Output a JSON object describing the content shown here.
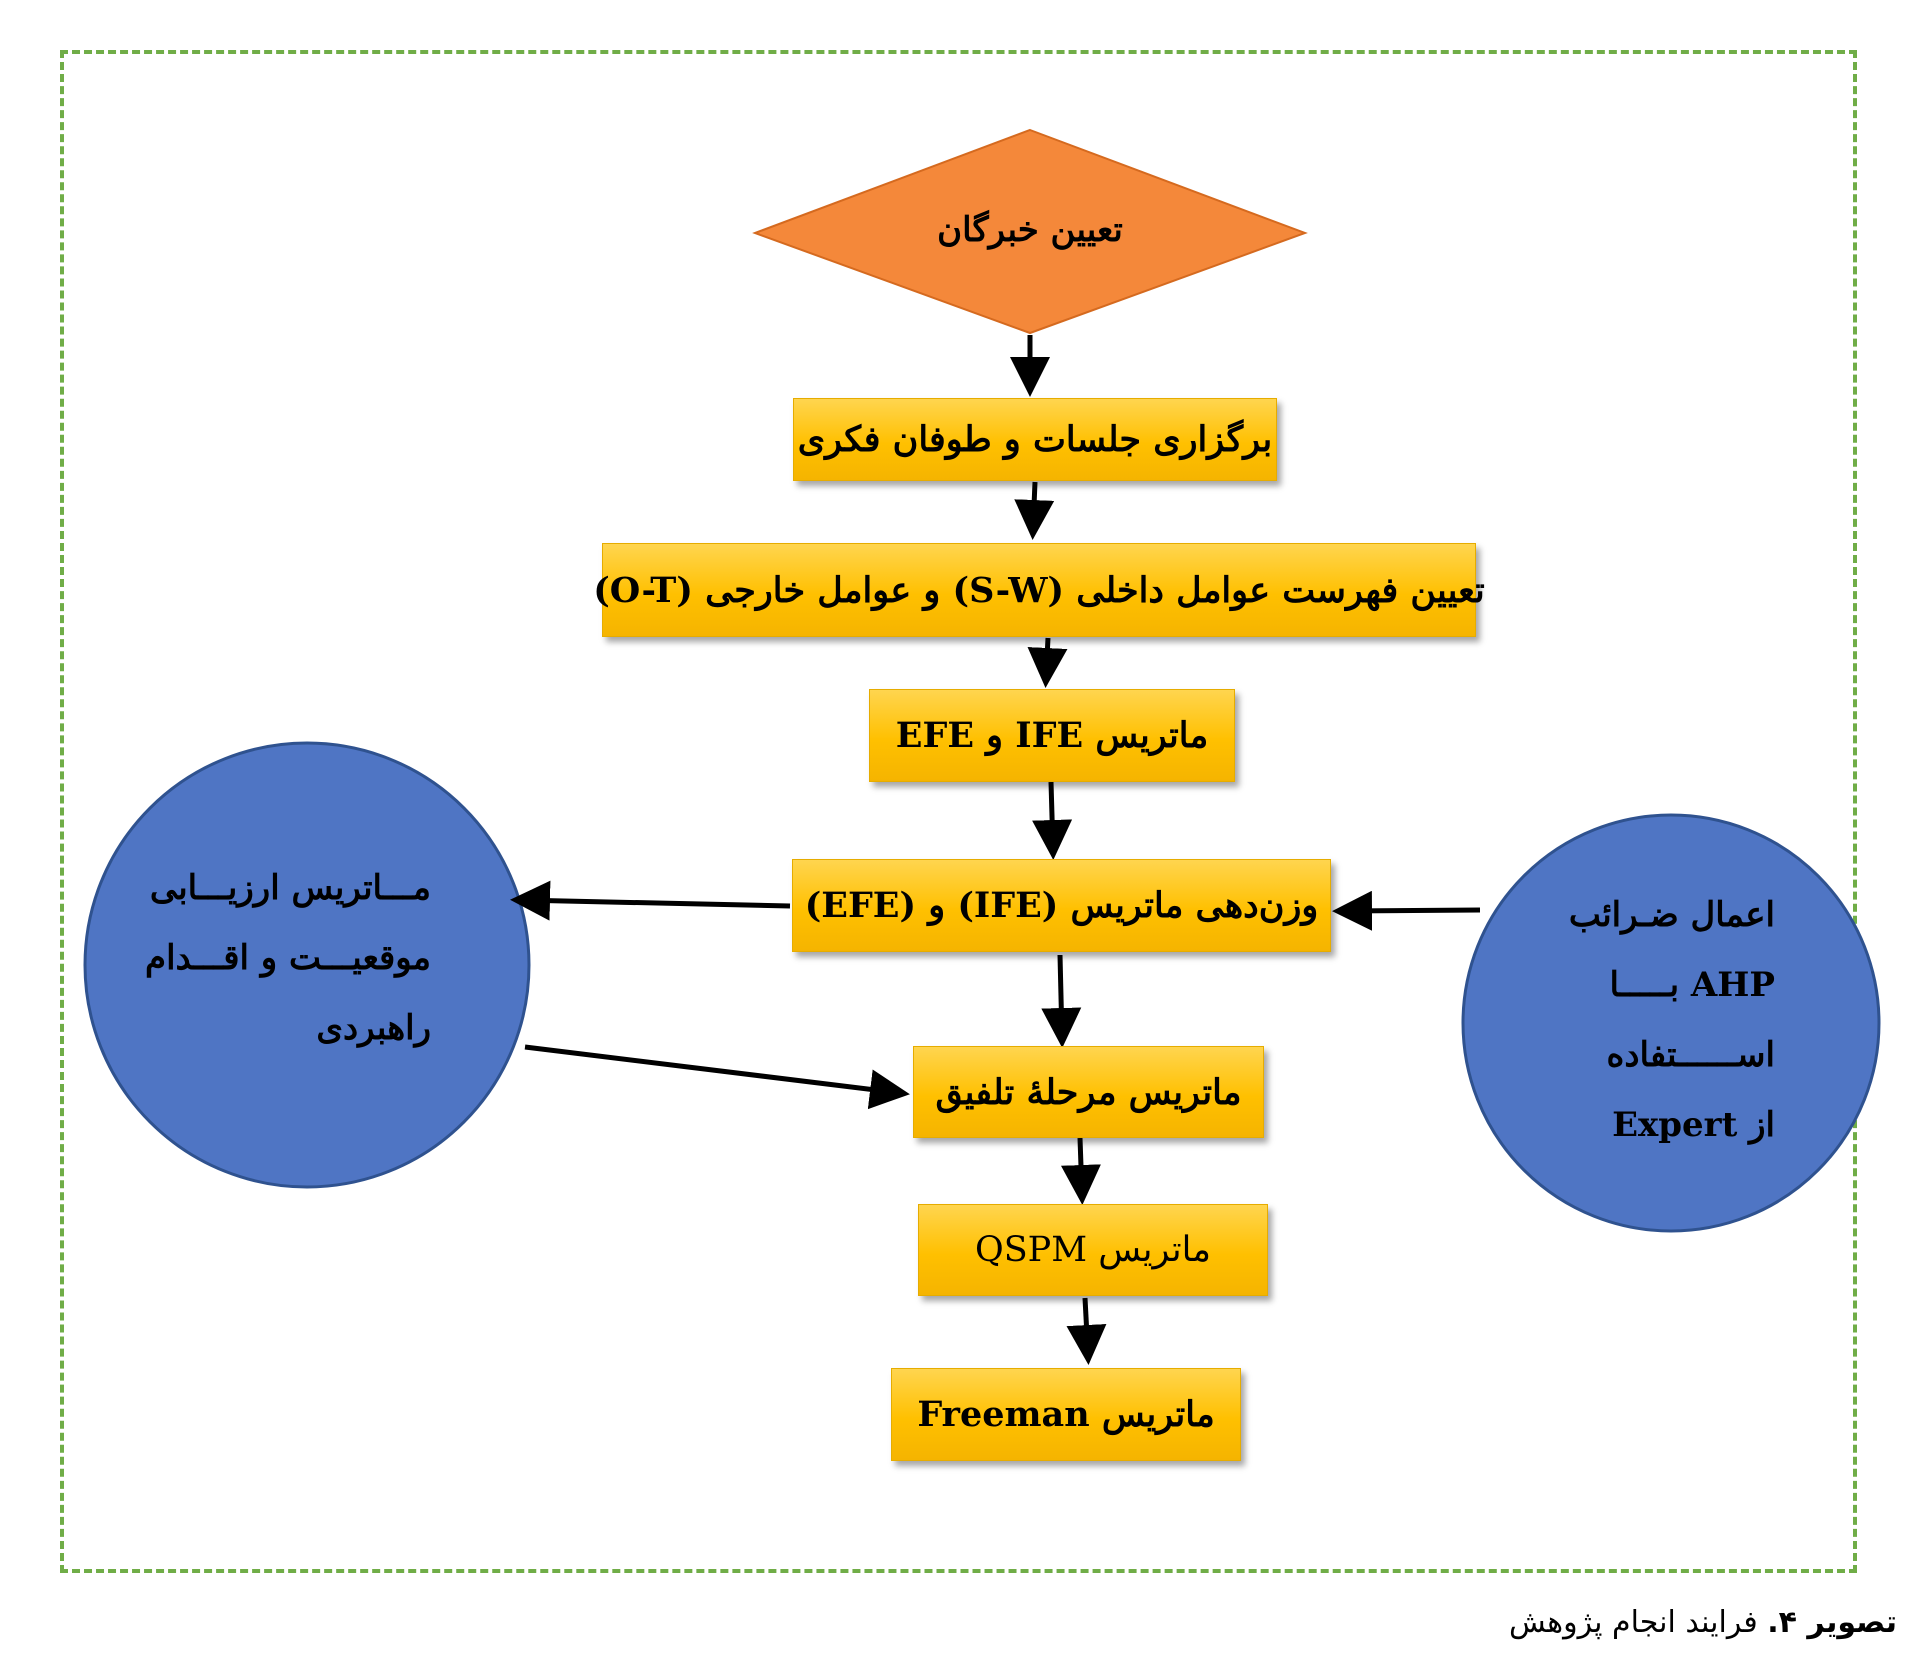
{
  "nodes": {
    "experts": "تعیین خبرگان",
    "sessions": "برگزاری جلسات و طوفان فکری",
    "factors": "تعیین فهرست عوامل داخلی (S-W) و عوامل خارجی (O-T)",
    "ife_efe": "ماتریس IFE و EFE",
    "weighting": "وزن‌دهی ماتریس (IFE) و (EFE)",
    "integration": "ماتریس مرحلۀ تلفیق",
    "qspm": "ماتریس QSPM",
    "freeman": "ماتریس Freeman"
  },
  "left_circle": {
    "line1": "مـــاتریس ارزیـــابی",
    "line2": "موقعیـــت و اقـــدام",
    "line3": "راهبردی"
  },
  "right_circle": {
    "line1": "اعمال ضـرائب",
    "line2": "AHP بـــــا",
    "line3": "اســــــتفاده",
    "line4": "از Expert"
  },
  "caption": {
    "label": "تصویر ۴.",
    "text": "فرایند انجام پژوهش"
  },
  "colors": {
    "box": "#ffc000",
    "diamond": "#f4883a",
    "circle": "#4f75c4",
    "frame": "#70ad47"
  }
}
